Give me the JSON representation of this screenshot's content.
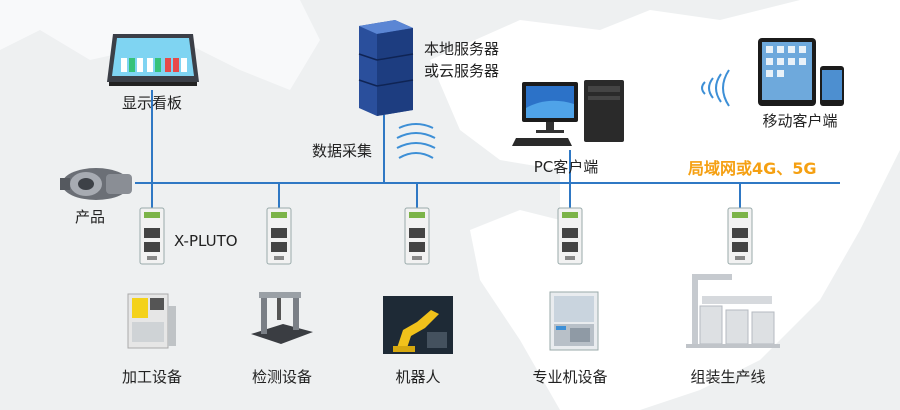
{
  "labels": {
    "display_board": "显示看板",
    "local_server_line1": "本地服务器",
    "local_server_line2": "或云服务器",
    "data_collection": "数据采集",
    "pc_client": "PC客户端",
    "mobile_client": "移动客户端",
    "network": "局域网或4G、5G",
    "product": "产品",
    "gateway": "X-PLUTO"
  },
  "devices": [
    {
      "label": "加工设备"
    },
    {
      "label": "检测设备"
    },
    {
      "label": "机器人"
    },
    {
      "label": "专业机设备"
    },
    {
      "label": "组装生产线"
    }
  ],
  "colors": {
    "line": "#2f78c4",
    "network_label": "#f5a012",
    "wifi": "#3d8fd6"
  }
}
